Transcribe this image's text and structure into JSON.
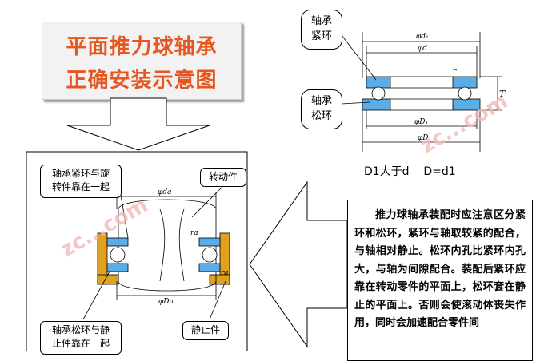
{
  "title": {
    "line1": "平面推力球轴承",
    "line2": "正确安装示意图"
  },
  "top_diagram": {
    "tight_ring_label": "轴承\n紧环",
    "loose_ring_label": "轴承\n松环",
    "dims": {
      "d1": "φd₁",
      "d": "φd",
      "D1": "φD₁",
      "D": "φD",
      "r": "r",
      "T": "T"
    },
    "note": "D1大于d    D=d1"
  },
  "install_diagram": {
    "callout_tight": "轴承紧环与旋\n转件靠在一起",
    "callout_rotating": "转动件",
    "callout_loose": "轴承松环与静\n止件靠在一起",
    "callout_static": "静止件",
    "dims": {
      "da": "φda",
      "Da": "φDa",
      "ra": "ra"
    }
  },
  "info_text": "推力球轴承装配时应注意区分紧环和松环，紧环与轴取较紧的配合，与轴相对静止。松环内孔比紧环内孔大，与轴为间隙配合。装配后紧环应靠在转动零件的平面上，松环套在静止的平面上。否则会使滚动体丧失作用，同时会加速配合零件间",
  "watermark": "zc...com",
  "colors": {
    "title": "#e8561f",
    "ring": "#5aaee8",
    "housing": "#e0a020",
    "callout_border": "#000000"
  }
}
